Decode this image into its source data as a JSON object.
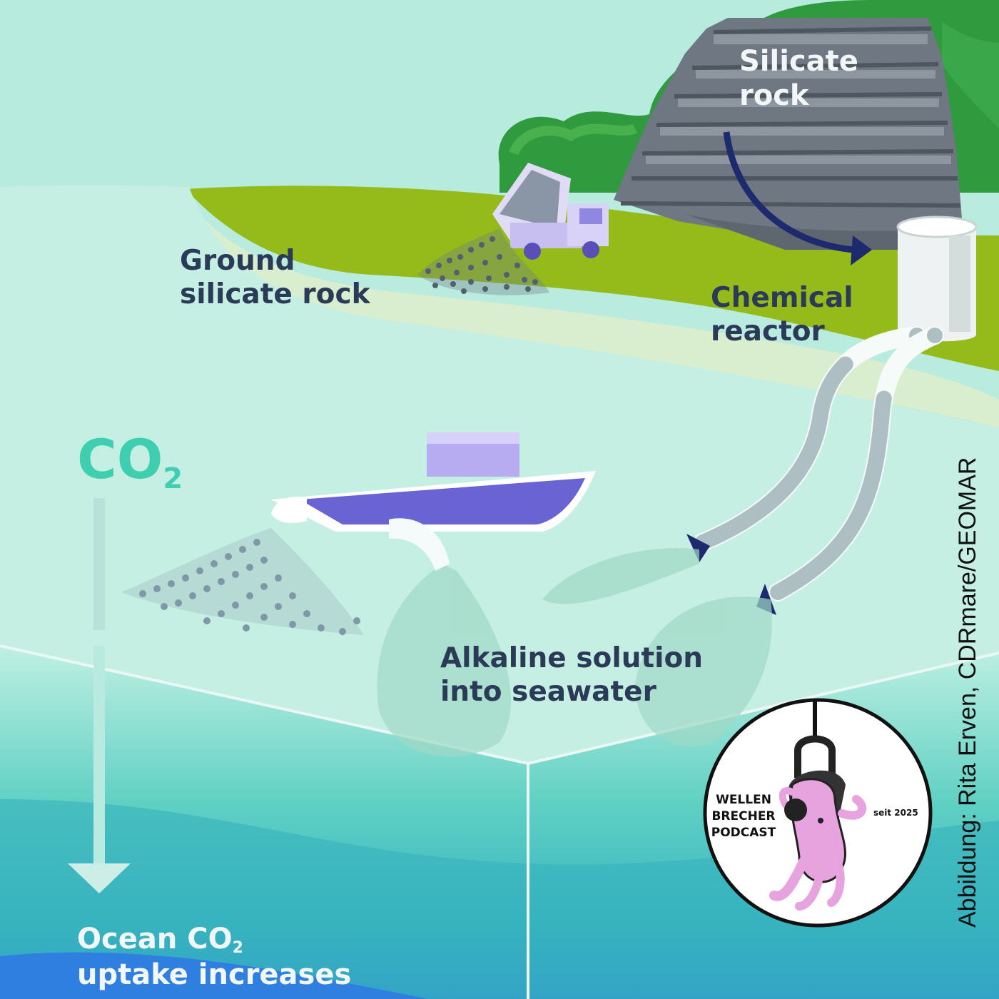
{
  "labels": {
    "silicate_rock": [
      "Silicate",
      "rock"
    ],
    "ground_silicate_rock": [
      "Ground",
      "silicate rock"
    ],
    "chemical_reactor": [
      "Chemical",
      "reactor"
    ],
    "co2": {
      "main": "CO",
      "sub": "2"
    },
    "alkaline_solution": [
      "Alkaline solution",
      "into seawater"
    ],
    "ocean_uptake": {
      "line1_main": "Ocean CO",
      "line1_sub": "2",
      "line2": "uptake increases"
    }
  },
  "credit": "Abbildung: Rita Erven, CDRmare/GEOMAR",
  "badge": {
    "title_lines": [
      "WELLEN",
      "BRECHER",
      "PODCAST"
    ],
    "since": "seit 2025"
  },
  "colors": {
    "sky": "#b9ecdf",
    "grass": "#94bb1a",
    "forest": "#2f9a3e",
    "rock": "#6e7782",
    "ocean_surface": "#c8f0e4",
    "ocean_deep": "#2a9fb8",
    "boat": "#6a63d4",
    "arrow": "#1d2a6e",
    "octopus": "#e6a3dd"
  }
}
